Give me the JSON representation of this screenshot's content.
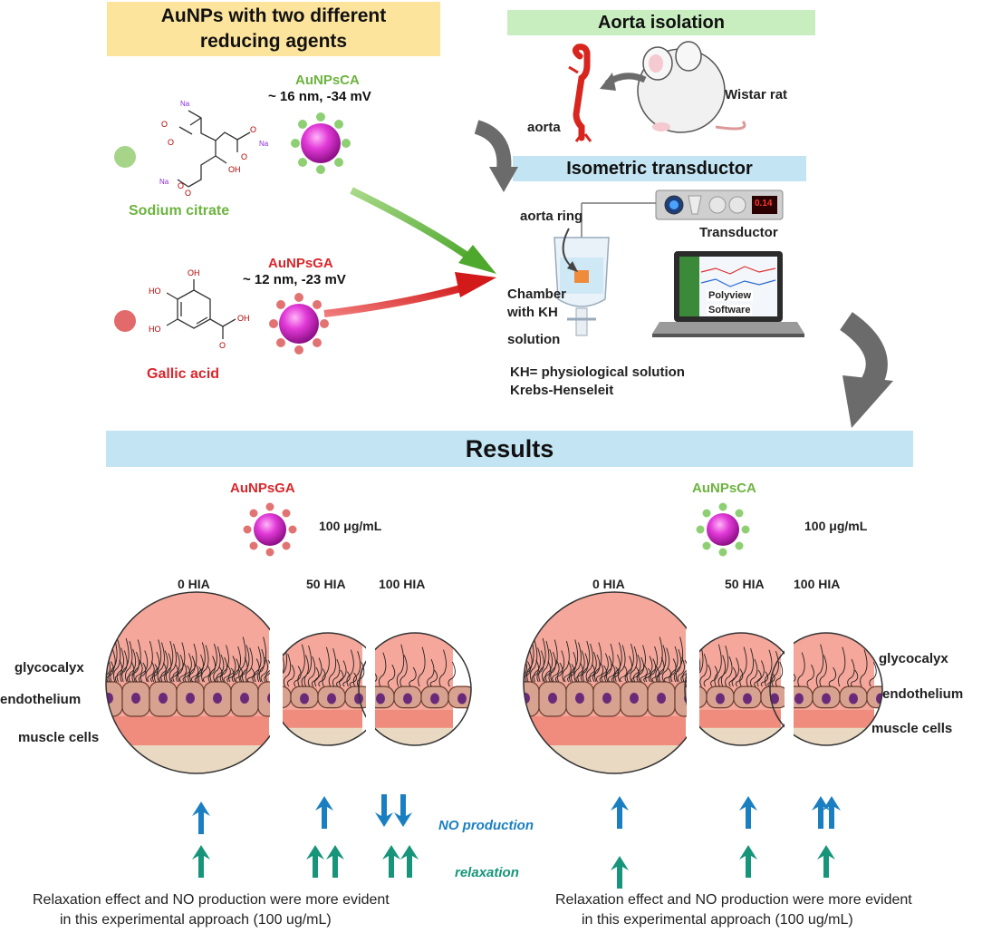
{
  "header_left": {
    "title_line1": "AuNPs with two different",
    "title_line2": "reducing agents"
  },
  "header_aorta": "Aorta isolation",
  "header_transductor": "Isometric transductor",
  "header_results": "Results",
  "reagents": {
    "citrate": {
      "name": "Sodium citrate",
      "np_name": "AuNPsCA",
      "np_props": "~ 16 nm, -34 mV",
      "atoms": {
        "na": "Na",
        "o": "O",
        "oh": "OH"
      }
    },
    "gallic": {
      "name": "Gallic acid",
      "np_name": "AuNPsGA",
      "np_props": "~ 12 nm, -23 mV",
      "atoms": {
        "oh": "OH",
        "ho": "HO",
        "o": "O"
      }
    }
  },
  "setup": {
    "rat_label": "Wistar rat",
    "aorta_label": "aorta",
    "ring_label": "aorta ring",
    "transductor_label": "Transductor",
    "chamber_line1": "Chamber",
    "chamber_line2": "with KH",
    "chamber_line3": "solution",
    "software_line1": "Polyview",
    "software_line2": "Software",
    "display_value": "0.14",
    "kh_line1": "KH= physiological solution",
    "kh_line2": "Krebs-Henseleit"
  },
  "results": {
    "left": {
      "np": "AuNPsGA",
      "dose": "100 μg/mL",
      "hia": [
        "0 HIA",
        "50 HIA",
        "100 HIA"
      ]
    },
    "right": {
      "np": "AuNPsCA",
      "dose": "100 μg/mL",
      "hia": [
        "0 HIA",
        "50 HIA",
        "100 HIA"
      ]
    },
    "layers_left": [
      "glycocalyx",
      "endothelium",
      "muscle cells"
    ],
    "layers_right": [
      "glycocalyx",
      "endothelium",
      "muscle cells"
    ],
    "legend_no": "NO production",
    "legend_relax": "relaxation",
    "conclusion_left": [
      "Relaxation effect and NO production were more evident",
      "in this experimental approach (100 ug/mL)"
    ],
    "conclusion_right": [
      "Relaxation effect and NO production were more evident",
      "in this experimental approach (100 ug/mL)"
    ]
  },
  "colors": {
    "yellow_box": "#fde49c",
    "green_box": "#c8eec0",
    "blue_box": "#c3e4f2",
    "citrate_green": "#6db33f",
    "gallic_red": "#d9262b",
    "np_magenta": "#d21fc8",
    "tissue_pink": "#f4a79a",
    "muscle": "#ef8c7e",
    "adventitia": "#e9d9c2",
    "nucleus": "#6a2a7a",
    "no_blue": "#1a7fc1",
    "relax_green": "#17957a"
  }
}
